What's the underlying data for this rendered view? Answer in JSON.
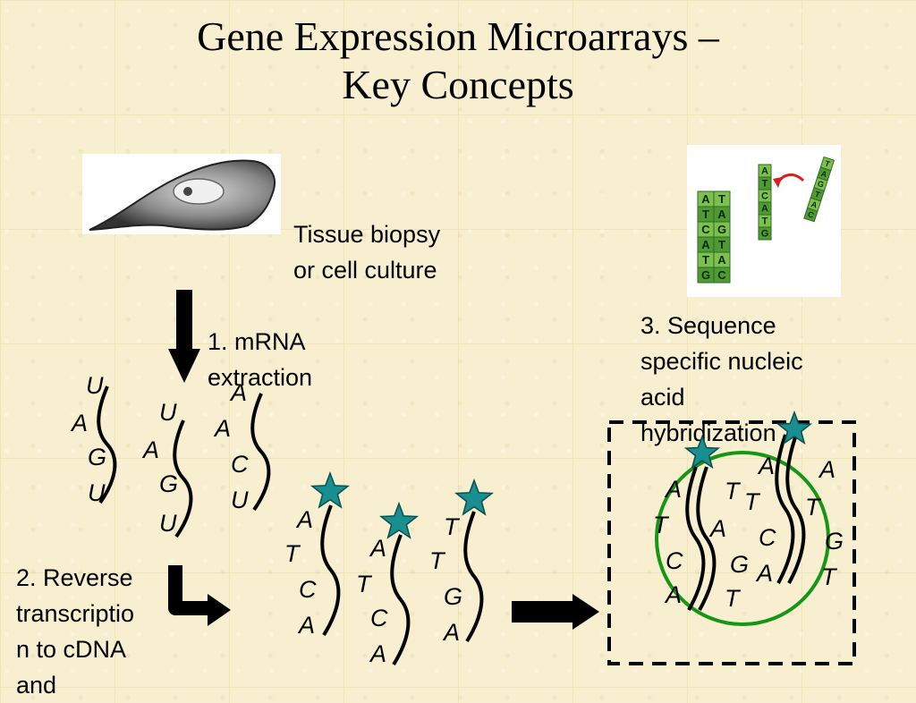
{
  "title": {
    "line1": "Gene Expression Microarrays –",
    "line2": "Key Concepts"
  },
  "labels": {
    "tissue": "Tissue biopsy\nor cell culture",
    "step1": "1. mRNA\nextraction",
    "step2": "2. Reverse\ntranscriptio\nn to cDNA\nand",
    "step3": "3. Sequence\nspecific nucleic\nacid\nhybridization"
  },
  "mrna_strands": [
    [
      "U",
      "A",
      "G",
      "U"
    ],
    [
      "U",
      "A",
      "G",
      "U"
    ],
    [
      "A",
      "A",
      "C",
      "U"
    ]
  ],
  "cdna_strands": [
    [
      "A",
      "T",
      "C",
      "A"
    ],
    [
      "A",
      "T",
      "C",
      "A"
    ],
    [
      "T",
      "T",
      "G",
      "A"
    ]
  ],
  "hybrid_pairs": [
    {
      "probe": [
        "A",
        "T",
        "C",
        "A"
      ],
      "target": [
        "T",
        "A",
        "G",
        "T"
      ]
    },
    {
      "probe": [
        "T",
        "C",
        "A"
      ],
      "target": [
        "A",
        "T",
        "G",
        "T"
      ]
    }
  ],
  "extra_base": "A",
  "microarray_icon": {
    "strand_left": [
      "A",
      "T",
      "C",
      "A",
      "T",
      "G"
    ],
    "strand_right": [
      "T",
      "A",
      "G",
      "T",
      "A",
      "C"
    ],
    "strand_mid": [
      "A",
      "T",
      "C",
      "A",
      "T",
      "G"
    ],
    "strand_free": [
      "T",
      "A",
      "G",
      "T",
      "A",
      "C"
    ]
  },
  "colors": {
    "star": "#1a8f8f",
    "circle": "#159615",
    "arrow": "#000000",
    "dna_green": "#6ab04c"
  }
}
